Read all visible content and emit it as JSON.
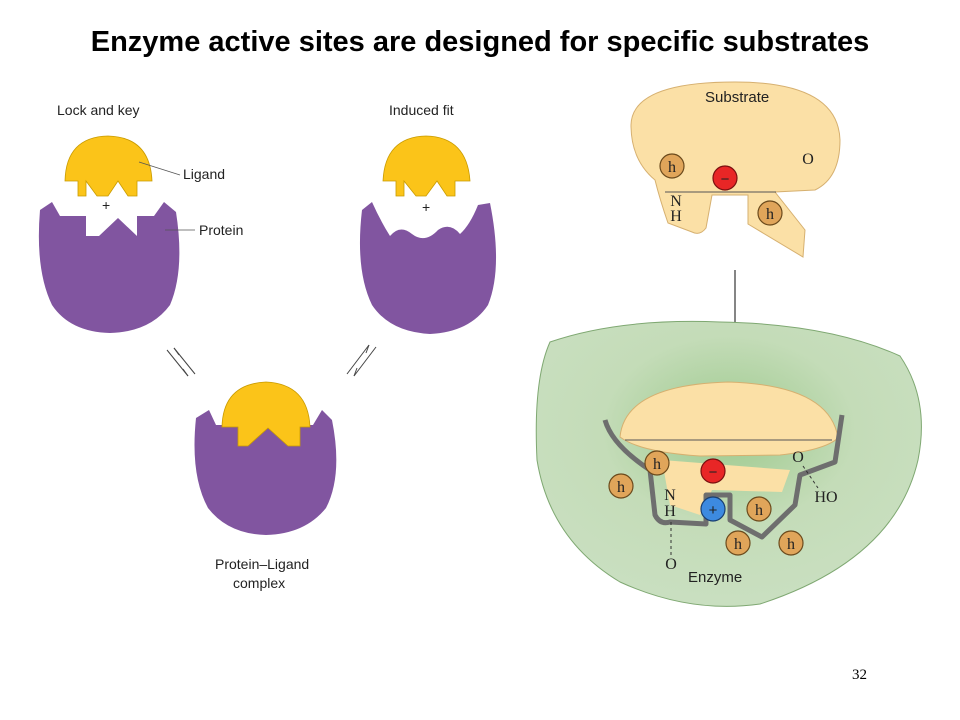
{
  "title": "Enzyme active sites are designed for specific substrates",
  "page_number": "32",
  "left_panel": {
    "lock_and_key": "Lock and key",
    "induced_fit": "Induced fit",
    "ligand": "Ligand",
    "protein": "Protein",
    "complex_line1": "Protein–Ligand",
    "complex_line2": "complex",
    "plus": "+"
  },
  "right_panel": {
    "substrate": "Substrate",
    "enzyme": "Enzyme",
    "h": "h",
    "minus": "−",
    "plus": "+",
    "N": "N",
    "H": "H",
    "O": "O",
    "HO": "HO"
  },
  "colors": {
    "ligand": "#fbc419",
    "protein": "#8155a0",
    "substrate": "#fbe0a6",
    "enzyme": "#c6dcbc",
    "hydrophobic": "#e0a55a",
    "negative": "#e82626",
    "positive": "#3d8ae0"
  }
}
